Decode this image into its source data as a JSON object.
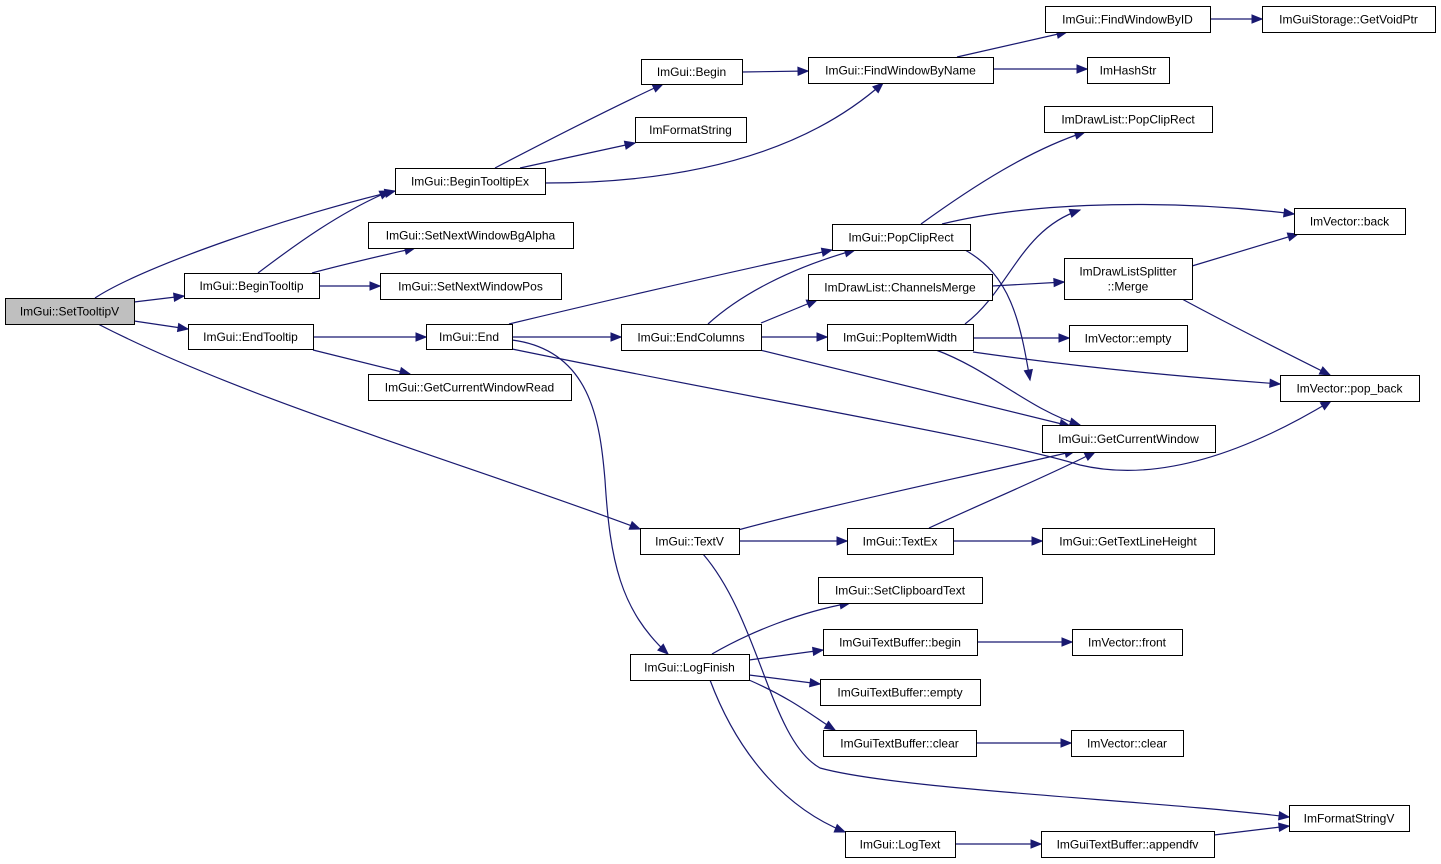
{
  "graph": {
    "root": "ImGui::SetTooltipV",
    "colors": {
      "edge": "#191970",
      "root_fill": "#bfbfbf",
      "node_fill": "#ffffff",
      "node_border": "#000000"
    },
    "nodes": [
      {
        "id": "settooltipv",
        "label": "ImGui::SetTooltipV",
        "root": true
      },
      {
        "id": "begintooltip",
        "label": "ImGui::BeginTooltip"
      },
      {
        "id": "endtooltip",
        "label": "ImGui::EndTooltip"
      },
      {
        "id": "begintooltipex",
        "label": "ImGui::BeginTooltipEx"
      },
      {
        "id": "setnextwindowbgalpha",
        "label": "ImGui::SetNextWindowBgAlpha"
      },
      {
        "id": "setnextwindowpos",
        "label": "ImGui::SetNextWindowPos"
      },
      {
        "id": "getcurrentwindowread",
        "label": "ImGui::GetCurrentWindowRead"
      },
      {
        "id": "begin",
        "label": "ImGui::Begin"
      },
      {
        "id": "imformatstring",
        "label": "ImFormatString"
      },
      {
        "id": "end",
        "label": "ImGui::End"
      },
      {
        "id": "textv",
        "label": "ImGui::TextV"
      },
      {
        "id": "logfinish",
        "label": "ImGui::LogFinish"
      },
      {
        "id": "findwindowbyname",
        "label": "ImGui::FindWindowByName"
      },
      {
        "id": "findwindowbyid",
        "label": "ImGui::FindWindowByID"
      },
      {
        "id": "getvoidptr",
        "label": "ImGuiStorage::GetVoidPtr"
      },
      {
        "id": "imhashstr",
        "label": "ImHashStr"
      },
      {
        "id": "drawlistpopcliprect",
        "label": "ImDrawList::PopClipRect"
      },
      {
        "id": "popcliprect",
        "label": "ImGui::PopClipRect"
      },
      {
        "id": "vectorback",
        "label": "ImVector::back"
      },
      {
        "id": "channelsmerge",
        "label": "ImDrawList::ChannelsMerge"
      },
      {
        "id": "splittermerge",
        "label": "ImDrawListSplitter\n::Merge"
      },
      {
        "id": "endcolumns",
        "label": "ImGui::EndColumns"
      },
      {
        "id": "popitemwidth",
        "label": "ImGui::PopItemWidth"
      },
      {
        "id": "vectorempty",
        "label": "ImVector::empty"
      },
      {
        "id": "vectorpopback",
        "label": "ImVector::pop_back"
      },
      {
        "id": "getcurrentwindow",
        "label": "ImGui::GetCurrentWindow"
      },
      {
        "id": "textex",
        "label": "ImGui::TextEx"
      },
      {
        "id": "gettextlineheight",
        "label": "ImGui::GetTextLineHeight"
      },
      {
        "id": "setclipboardtext",
        "label": "ImGui::SetClipboardText"
      },
      {
        "id": "textbufferbegin",
        "label": "ImGuiTextBuffer::begin"
      },
      {
        "id": "vectorfront",
        "label": "ImVector::front"
      },
      {
        "id": "textbufferempty",
        "label": "ImGuiTextBuffer::empty"
      },
      {
        "id": "textbufferclear",
        "label": "ImGuiTextBuffer::clear"
      },
      {
        "id": "vectorclear",
        "label": "ImVector::clear"
      },
      {
        "id": "imformatstringv",
        "label": "ImFormatStringV"
      },
      {
        "id": "logtext",
        "label": "ImGui::LogText"
      },
      {
        "id": "textbufferappendfv",
        "label": "ImGuiTextBuffer::appendfv"
      }
    ],
    "edges": [
      {
        "from": "settooltipv",
        "to": "begintooltip"
      },
      {
        "from": "settooltipv",
        "to": "begintooltipex"
      },
      {
        "from": "settooltipv",
        "to": "endtooltip"
      },
      {
        "from": "settooltipv",
        "to": "textv"
      },
      {
        "from": "begintooltip",
        "to": "begintooltipex"
      },
      {
        "from": "begintooltip",
        "to": "setnextwindowbgalpha"
      },
      {
        "from": "begintooltip",
        "to": "setnextwindowpos"
      },
      {
        "from": "endtooltip",
        "to": "end"
      },
      {
        "from": "endtooltip",
        "to": "getcurrentwindowread"
      },
      {
        "from": "begintooltipex",
        "to": "begin"
      },
      {
        "from": "begintooltipex",
        "to": "imformatstring"
      },
      {
        "from": "begintooltipex",
        "to": "findwindowbyname"
      },
      {
        "from": "begin",
        "to": "findwindowbyname"
      },
      {
        "from": "findwindowbyname",
        "to": "findwindowbyid"
      },
      {
        "from": "findwindowbyname",
        "to": "imhashstr"
      },
      {
        "from": "findwindowbyid",
        "to": "getvoidptr"
      },
      {
        "from": "end",
        "to": "popcliprect"
      },
      {
        "from": "end",
        "to": "endcolumns"
      },
      {
        "from": "end",
        "to": "logfinish"
      },
      {
        "from": "end",
        "to": "vectorpopback"
      },
      {
        "from": "endcolumns",
        "to": "popcliprect"
      },
      {
        "from": "endcolumns",
        "to": "channelsmerge"
      },
      {
        "from": "endcolumns",
        "to": "popitemwidth"
      },
      {
        "from": "endcolumns",
        "to": "getcurrentwindow"
      },
      {
        "from": "popcliprect",
        "to": "drawlistpopcliprect"
      },
      {
        "from": "popcliprect",
        "to": "vectorback"
      },
      {
        "from": "popcliprect",
        "to": "getcurrentwindow"
      },
      {
        "from": "channelsmerge",
        "to": "splittermerge"
      },
      {
        "from": "splittermerge",
        "to": "vectorback"
      },
      {
        "from": "splittermerge",
        "to": "vectorpopback"
      },
      {
        "from": "popitemwidth",
        "to": "vectorback"
      },
      {
        "from": "popitemwidth",
        "to": "vectorempty"
      },
      {
        "from": "popitemwidth",
        "to": "vectorpopback"
      },
      {
        "from": "popitemwidth",
        "to": "getcurrentwindow"
      },
      {
        "from": "textv",
        "to": "getcurrentwindow"
      },
      {
        "from": "textv",
        "to": "textex"
      },
      {
        "from": "textv",
        "to": "imformatstringv"
      },
      {
        "from": "textex",
        "to": "getcurrentwindow"
      },
      {
        "from": "textex",
        "to": "gettextlineheight"
      },
      {
        "from": "logfinish",
        "to": "setclipboardtext"
      },
      {
        "from": "logfinish",
        "to": "textbufferbegin"
      },
      {
        "from": "logfinish",
        "to": "textbufferempty"
      },
      {
        "from": "logfinish",
        "to": "textbufferclear"
      },
      {
        "from": "logfinish",
        "to": "logtext"
      },
      {
        "from": "textbufferbegin",
        "to": "vectorfront"
      },
      {
        "from": "textbufferclear",
        "to": "vectorclear"
      },
      {
        "from": "logtext",
        "to": "textbufferappendfv"
      },
      {
        "from": "textbufferappendfv",
        "to": "imformatstringv"
      }
    ]
  }
}
